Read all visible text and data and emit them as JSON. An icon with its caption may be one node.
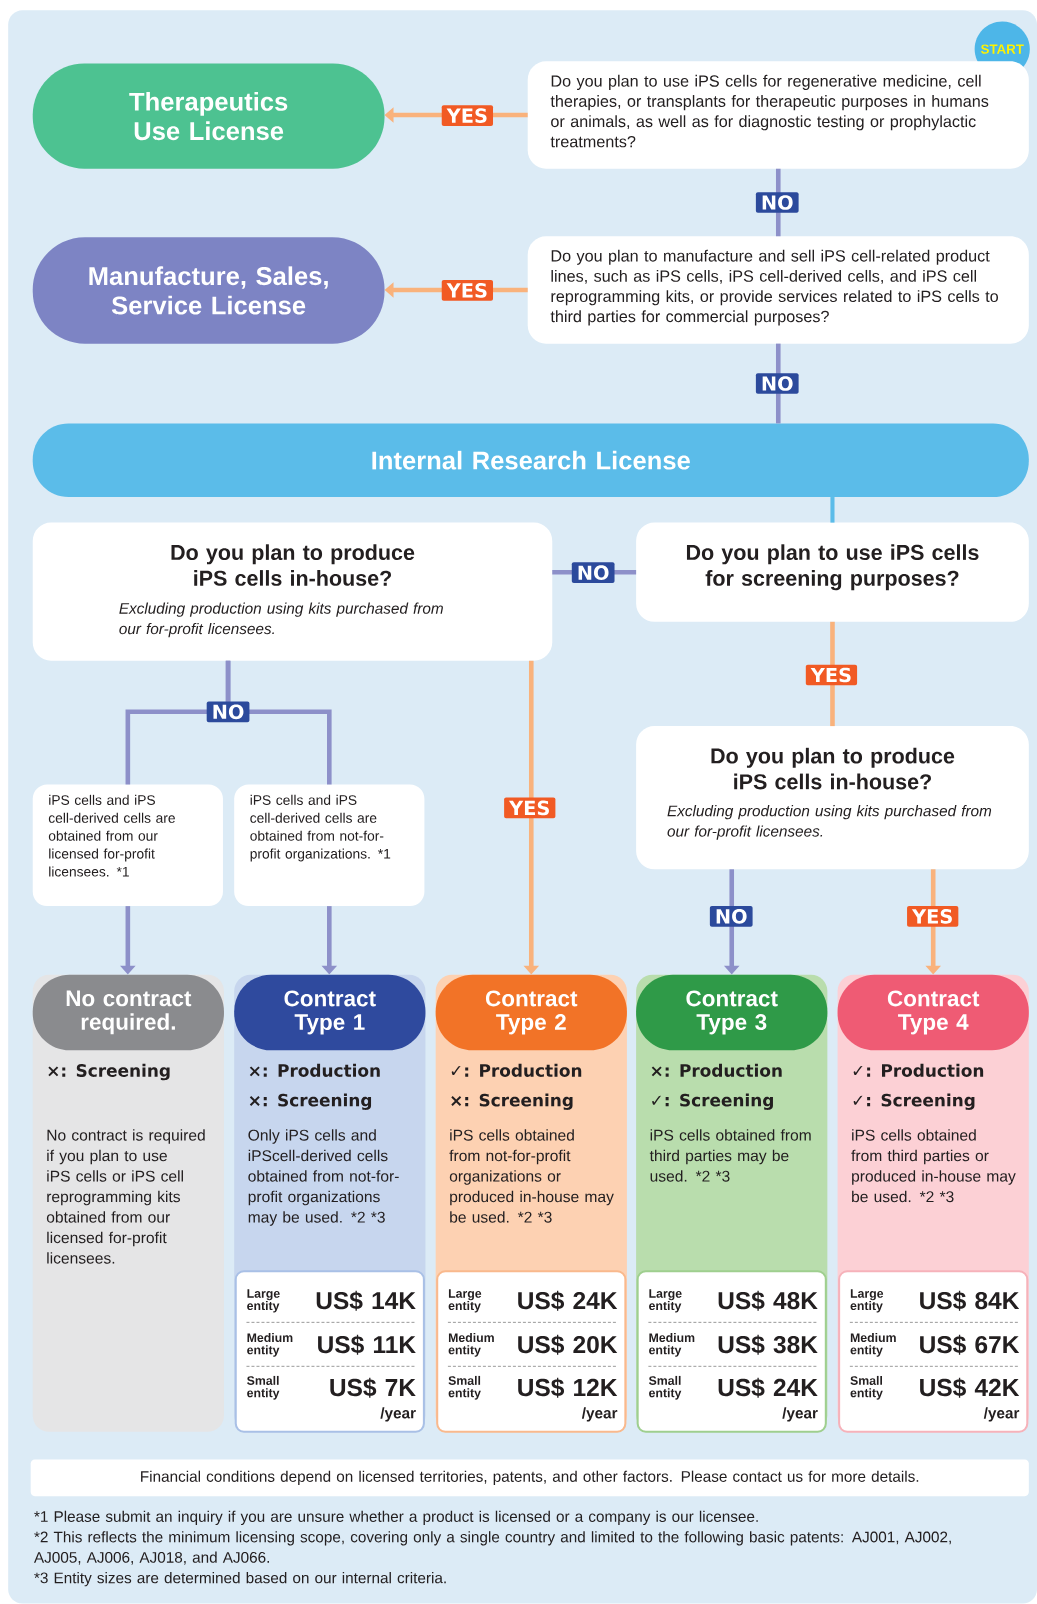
{
  "diagram": {
    "nodes": [
      {
        "text": [
          "START"
        ]
      },
      {
        "text": [
          "Do you plan to use iPS cells for regenerative medicine, cell therapies, or transplants for therapeutic purposes in humans or animals, as well as for diagnostic testing or prophylactic treatments?"
        ]
      },
      {
        "text": [
          "Therapeutics Use License"
        ]
      },
      {
        "text": [
          "Do you plan to manufacture and sell iPS cell-related product lines, such as iPS cells, iPS cell-derived cells, and iPS cell reprogramming kits, or provide services related to iPS cells to third parties for commercial purposes?"
        ]
      },
      {
        "text": [
          "Manufacture, Sales, Service License"
        ]
      },
      {
        "text": [
          "Internal Research License"
        ]
      },
      {
        "text": [
          "Do you plan to produce iPS cells in-house?",
          "Excluding production using kits purchased from our for-profit licensees."
        ]
      },
      {
        "text": [
          "Do you plan to use iPS cells for screening purposes?"
        ]
      },
      {
        "text": [
          "Do you plan to produce iPS cells in-house?",
          "Excluding production using kits purchased from our for-profit licensees."
        ]
      },
      {
        "text": [
          "iPS cells and iPS cell-derived cells are obtained from our licensed for-profit licensees. *1"
        ]
      },
      {
        "text": [
          "iPS cells and iPS cell-derived cells are obtained from not-for-profit organizations. *1"
        ]
      },
      {
        "text": [
          "No contract required.",
          "×: Screening",
          "No contract is required if you plan to use iPS cells or iPS cell reprogramming kits obtained from our licensed for-profit licensees."
        ]
      },
      {
        "text": [
          "Contract Type 1",
          "×: Production",
          "×: Screening",
          "Only iPS cells and iPScell-derived cells obtained from not-for-profit organizations may be used. *2 *3"
        ]
      },
      {
        "text": [
          "Contract Type 2",
          "✓: Production",
          "×: Screening",
          "iPS cells obtained from not-for-profit organizations or produced in-house may be used. *2 *3"
        ]
      },
      {
        "text": [
          "Contract Type 3",
          "×: Production",
          "✓: Screening",
          "iPS cells obtained from third parties may be used. *2 *3"
        ]
      },
      {
        "text": [
          "Contract Type 4",
          "✓: Production",
          "✓: Screening",
          "iPS cells obtained from third parties or produced in-house may be used. *2 *3"
        ]
      },
      {
        "text": [
          "Large entity",
          "US$ 14K",
          "Medium entity",
          "US$ 11K",
          "Small entity",
          "US$ 7K",
          "/year"
        ],
        "in": 12
      },
      {
        "text": [
          "Large entity",
          "US$ 24K",
          "Medium entity",
          "US$ 20K",
          "Small entity",
          "US$ 12K",
          "/year"
        ],
        "in": 13
      },
      {
        "text": [
          "Large entity",
          "US$ 48K",
          "Medium entity",
          "US$ 38K",
          "Small entity",
          "US$ 24K",
          "/year"
        ],
        "in": 14
      },
      {
        "text": [
          "Large entity",
          "US$ 84K",
          "Medium entity",
          "US$ 67K",
          "Small entity",
          "US$ 42K",
          "/year"
        ],
        "in": 15
      },
      {
        "text": [
          "Financial conditions depend on licensed territories, patents, and other factors. Please contact us for more details."
        ]
      }
    ],
    "edges": [
      {
        "from": 1,
        "to": 2,
        "arrow": "to",
        "label": "YES",
        "color": "#f9b27c"
      },
      {
        "from": 1,
        "to": 3,
        "arrow": "none",
        "label": "NO"
      },
      {
        "from": 3,
        "to": 4,
        "arrow": "to",
        "label": "YES",
        "color": "#f9b27c"
      },
      {
        "from": 3,
        "to": 5,
        "arrow": "none",
        "label": "NO"
      },
      {
        "from": 5,
        "to": 7,
        "arrow": "none",
        "color": "#5bbce9"
      },
      {
        "from": 7,
        "to": 6,
        "arrow": "none",
        "label": "NO"
      },
      {
        "from": 6,
        "to": 9,
        "arrow": "none",
        "label": "NO"
      },
      {
        "from": 6,
        "to": 10,
        "arrow": "none"
      },
      {
        "from": 9,
        "to": 11,
        "arrow": "to"
      },
      {
        "from": 10,
        "to": 12,
        "arrow": "to"
      },
      {
        "from": 6,
        "to": 13,
        "arrow": "to",
        "label": "YES",
        "color": "#f9b27c"
      },
      {
        "from": 7,
        "to": 8,
        "arrow": "none",
        "label": "YES",
        "color": "#f9b27c"
      },
      {
        "from": 8,
        "to": 14,
        "arrow": "to",
        "label": "NO"
      },
      {
        "from": 8,
        "to": 15,
        "arrow": "to",
        "label": "YES",
        "color": "#f9b27c"
      }
    ],
    "labels": [
      "*1 Please submit an inquiry if you are unsure whether a product is licensed or a company is our licensee.",
      "*2 This reflects the minimum licensing scope, covering only a single country and limited to the following basic patents: AJ001, AJ002, AJ005, AJ006, AJ018, and AJ066.",
      "*3 Entity sizes are determined based on our internal criteria."
    ]
  }
}
